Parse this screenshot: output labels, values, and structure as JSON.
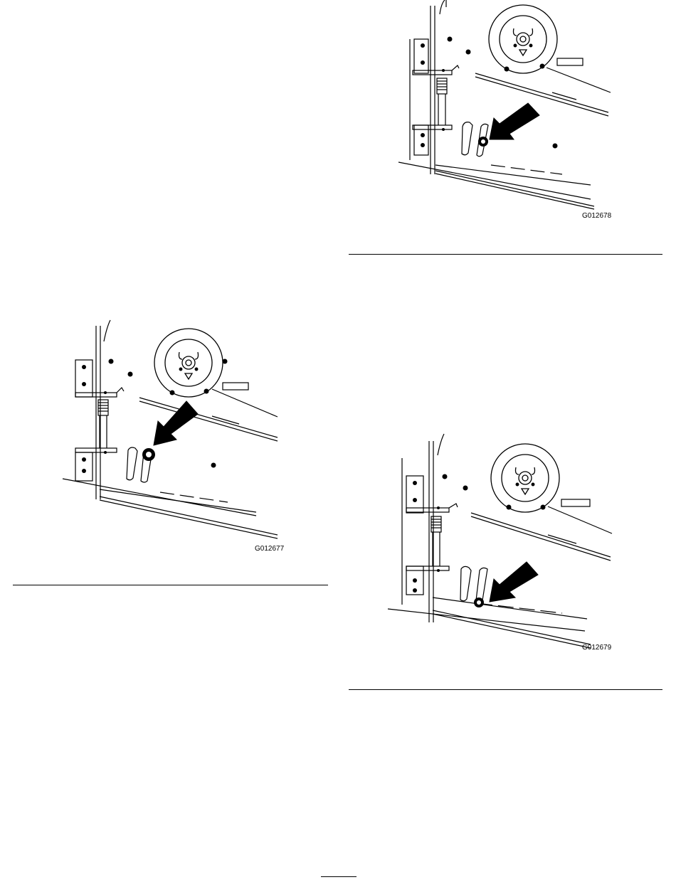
{
  "figures": [
    {
      "id": "fig-top-right",
      "code": "G012678",
      "arrow_direction": "down-left",
      "bolt_position": "middle-of-slot"
    },
    {
      "id": "fig-left",
      "code": "G012677",
      "arrow_direction": "down-left",
      "bolt_position": "top-of-slot"
    },
    {
      "id": "fig-bottom-right",
      "code": "G012679",
      "arrow_direction": "down-left",
      "bolt_position": "bottom-of-slot"
    }
  ],
  "page_number": "",
  "colors": {
    "ink": "#000000",
    "paper": "#ffffff",
    "pulley_shade": "#e6e6e6"
  }
}
